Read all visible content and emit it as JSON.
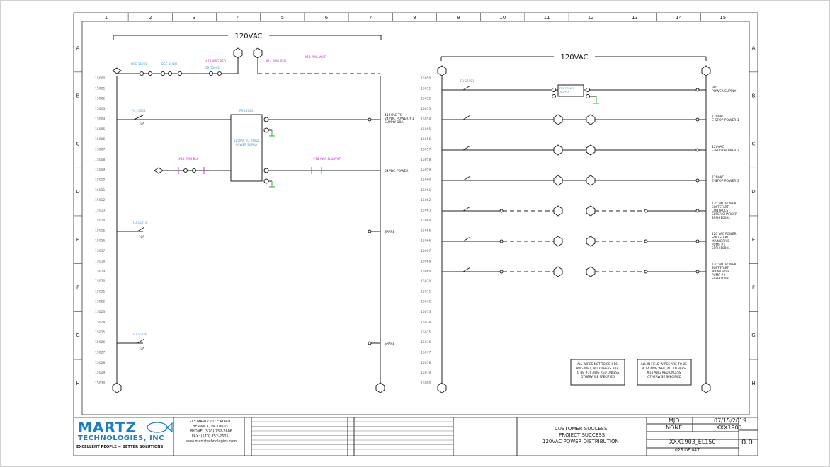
{
  "columns": [
    "1",
    "2",
    "3",
    "4",
    "5",
    "6",
    "7",
    "8",
    "9",
    "10",
    "11",
    "12",
    "13",
    "14",
    "15"
  ],
  "rows": [
    "A",
    "B",
    "C",
    "D",
    "E",
    "F",
    "G",
    "H"
  ],
  "bus_left": "120VAC",
  "bus_right": "120VAC",
  "rungs_left": [
    "15000",
    "15001",
    "15002",
    "15003",
    "15004",
    "15005",
    "15006",
    "15007",
    "15008",
    "15009",
    "15010",
    "15011",
    "15012",
    "15013",
    "15014",
    "15015",
    "15016",
    "15017",
    "15018",
    "15019",
    "15020",
    "15021",
    "15022",
    "15023",
    "15024",
    "15025",
    "15026",
    "15027",
    "15028",
    "15029",
    "15030"
  ],
  "rungs_right": [
    "15050",
    "15051",
    "15052",
    "15053",
    "15054",
    "15055",
    "15056",
    "15057",
    "15058",
    "15059",
    "15060",
    "15061",
    "15062",
    "15063",
    "15064",
    "15065",
    "15066",
    "15067",
    "15068",
    "15069",
    "15070",
    "15071",
    "15072",
    "15073",
    "15074",
    "15075",
    "15076",
    "15077",
    "15078",
    "15079",
    "15080"
  ],
  "labels_left": {
    "supply": "115VAC TO\n24VDC POWER #1\nSUPPLY 10A",
    "ps_out": "24VDC POWER",
    "spare1": "SPARE",
    "spare2": "SPARE"
  },
  "labels_right": {
    "plc": "PLC\nPOWER SUPPLY",
    "estop1": "120VAC\nE-STOP POWER 1",
    "estop2": "120VAC\nE-STOP POWER 2",
    "estop3": "120VAC\nE-STOP POWER 3",
    "softstart1": "120 VAC POWER\nSOFTSTART\nCONTROLS\nSUPER CHARGER\nSSPH 100HL",
    "softstart2": "120 VAC POWER\nSOFTSTART\nMAIN DRIVE\nPUMP #1\nSSPH 100HL",
    "softstart3": "120 VAC POWER\nSOFTSTART\nMAIN DRIVE\nPUMP #2\nSSPH 100HL"
  },
  "notes": {
    "note1": "ALL WIRES NOT TO BE #16\nAWG WHT, ALL OTHERS ARE\nTO BE #16 AWG RED UNLESS\nOTHERWISE SPECIFIED",
    "note2": "ALL IN FIELD WIRES ARE TO BE\n# 14 AWG WHT, ALL OTHERS\n#14 AWG RED UNLESS\nOTHERWISE SPECIFIED"
  },
  "title_block": {
    "logo_line1": "MARTZ",
    "logo_line2": "TECHNOLOGIES, INC",
    "tagline": "EXCELLENT PEOPLE = BETTER SOLUTIONS",
    "address1": "215 MARTZVILLE ROAD",
    "address2": "BERWICK, PA 18603",
    "phone": "PHONE: (570) 752-2606",
    "fax": "FAX: (570) 752-2605",
    "web": "www.martztechnologies.com",
    "project_customer": "CUSTOMER SUCCESS",
    "project_name": "PROJECT SUCCESS",
    "project_title": "120VAC POWER DISTRIBUTION",
    "drawn_by": "MJD",
    "date": "07/15/2019",
    "scale": "NONE",
    "job": "XXX1903",
    "drawing_number": "XXX1903_EL150",
    "sheet": "026 OF 047",
    "revision": "0.0"
  },
  "colors": {
    "line": "#222222",
    "blue_label": "#4aa0d8",
    "magenta": "#d42bd4",
    "green": "#30b030",
    "orange": "#e09030",
    "logo_blue": "#1a7fc1"
  }
}
